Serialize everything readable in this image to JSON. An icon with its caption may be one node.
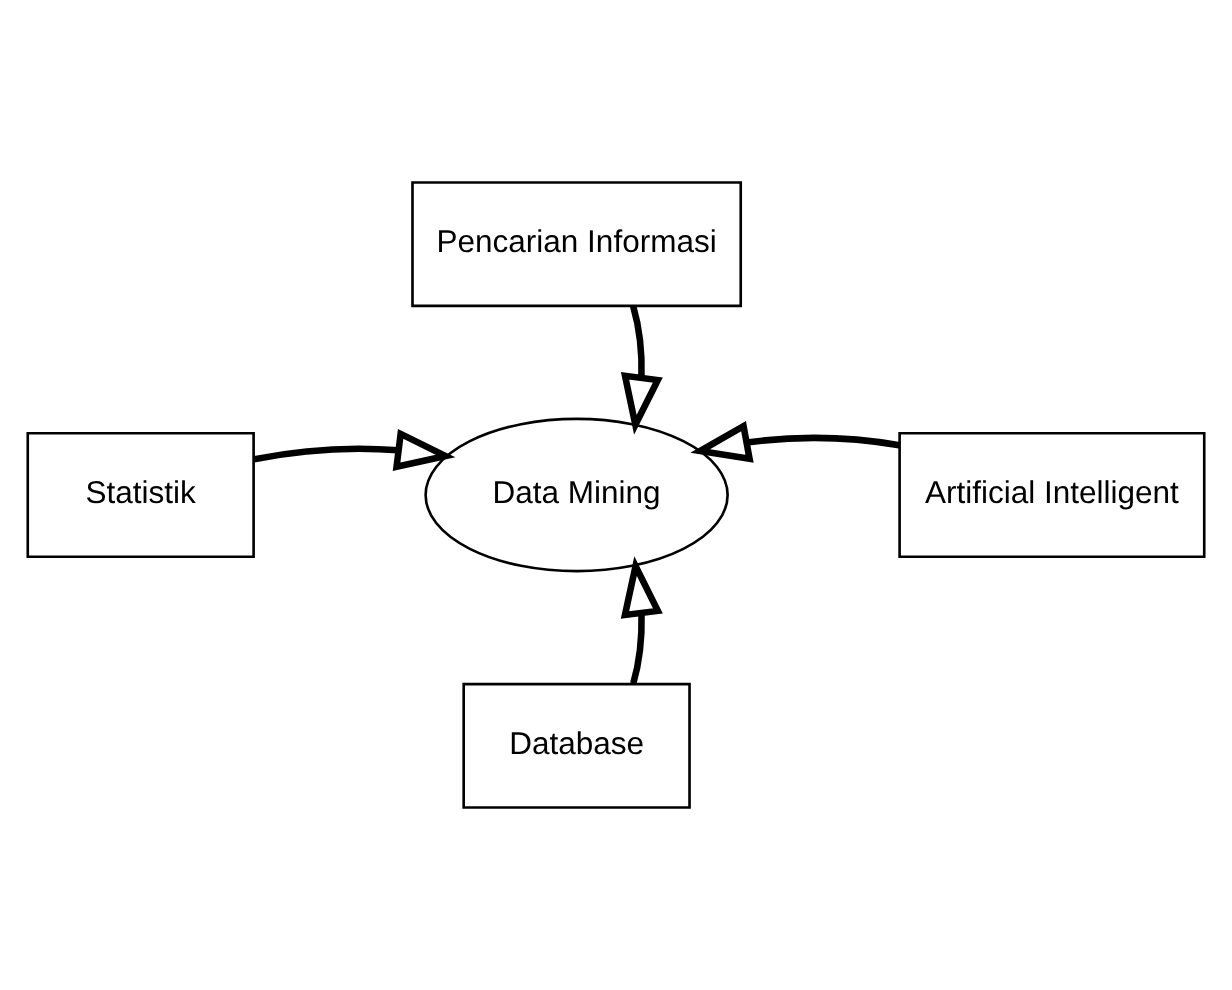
{
  "diagram": {
    "nodes": [
      {
        "text": [
          "Pencarian Informasi"
        ]
      },
      {
        "text": [
          "Statistik"
        ]
      },
      {
        "text": [
          "Data Mining"
        ]
      },
      {
        "text": [
          "Artificial Intelligent"
        ]
      },
      {
        "text": [
          "Database"
        ]
      }
    ],
    "edges": [
      {
        "from": 0,
        "to": 2,
        "arrow": "to"
      },
      {
        "from": 1,
        "to": 2,
        "arrow": "to"
      },
      {
        "from": 3,
        "to": 2,
        "arrow": "to"
      },
      {
        "from": 4,
        "to": 2,
        "arrow": "to"
      }
    ]
  }
}
